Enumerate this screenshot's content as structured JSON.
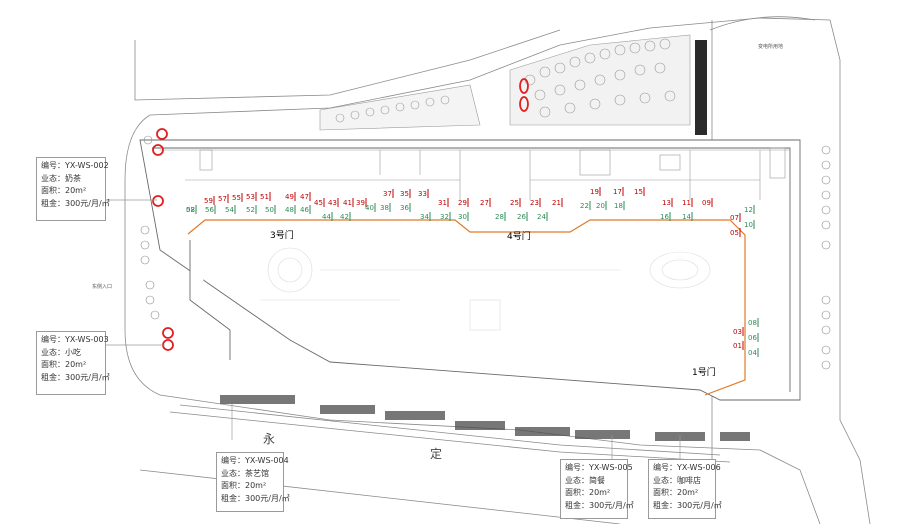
{
  "header": {
    "substation_label": "变电所用地"
  },
  "gates": {
    "gate1": "1号门",
    "gate3": "3号门",
    "gate4": "4号门"
  },
  "road": {
    "char1": "永",
    "char2": "定"
  },
  "side_label": "东侧入口",
  "kiosks_red": [
    "59",
    "57",
    "55",
    "53",
    "51",
    "49",
    "47",
    "45",
    "43",
    "41",
    "39",
    "37",
    "35",
    "33",
    "31",
    "29",
    "27",
    "25",
    "23",
    "21",
    "19",
    "17",
    "15",
    "13",
    "11",
    "09",
    "07",
    "05",
    "03",
    "01"
  ],
  "kiosks_green": [
    "58",
    "56",
    "54",
    "52",
    "50",
    "48",
    "46",
    "44",
    "42",
    "40",
    "38",
    "36",
    "34",
    "32",
    "30",
    "28",
    "26",
    "24",
    "22",
    "20",
    "18",
    "16",
    "14",
    "12",
    "10",
    "08",
    "06",
    "04",
    "02"
  ],
  "infoboxes": [
    {
      "id": "box-002",
      "lines": [
        "编号：YX-WS-002",
        "业态：奶茶",
        "面积：20m²",
        "租金：300元/月/㎡"
      ]
    },
    {
      "id": "box-003",
      "lines": [
        "编号：YX-WS-003",
        "业态：小吃",
        "面积：20m²",
        "租金：300元/月/㎡"
      ]
    },
    {
      "id": "box-004",
      "lines": [
        "编号：YX-WS-004",
        "业态：茶艺馆",
        "面积：20m²",
        "租金：300元/月/㎡"
      ]
    },
    {
      "id": "box-005",
      "lines": [
        "编号：YX-WS-005",
        "业态：简餐",
        "面积：20m²",
        "租金：300元/月/㎡"
      ]
    },
    {
      "id": "box-006",
      "lines": [
        "编号：YX-WS-006",
        "业态：咖啡店",
        "面积：20m²",
        "租金：300元/月/㎡"
      ]
    }
  ],
  "colors": {
    "kiosk_red": "#c00000",
    "kiosk_green": "#2e8b57",
    "route_orange": "#e07b2a",
    "marker_red": "#e02020",
    "linework": "#7a7a7a"
  }
}
